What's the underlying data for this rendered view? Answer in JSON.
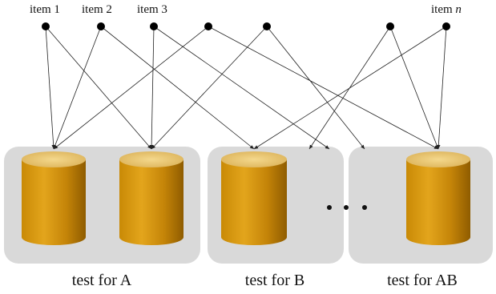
{
  "items": [
    {
      "id": "i1",
      "label": "item 1"
    },
    {
      "id": "i2",
      "label": "item 2"
    },
    {
      "id": "i3",
      "label": "item 3"
    },
    {
      "id": "i4",
      "label": ""
    },
    {
      "id": "i5",
      "label": ""
    },
    {
      "id": "i6",
      "label": ""
    },
    {
      "id": "in",
      "label_prefix": "item ",
      "label_var": "n"
    }
  ],
  "groups": [
    {
      "id": "A",
      "label": "test for A"
    },
    {
      "id": "B",
      "label": "test for B"
    },
    {
      "id": "AB",
      "label": "test for AB"
    }
  ],
  "ellipsis": "• • •",
  "colors": {
    "box": "#d9d9d9",
    "cylinder_top": "#e8c46a",
    "cylinder_body_dark": "#a36c00",
    "cylinder_body_light": "#e0a018",
    "node": "#000000"
  }
}
